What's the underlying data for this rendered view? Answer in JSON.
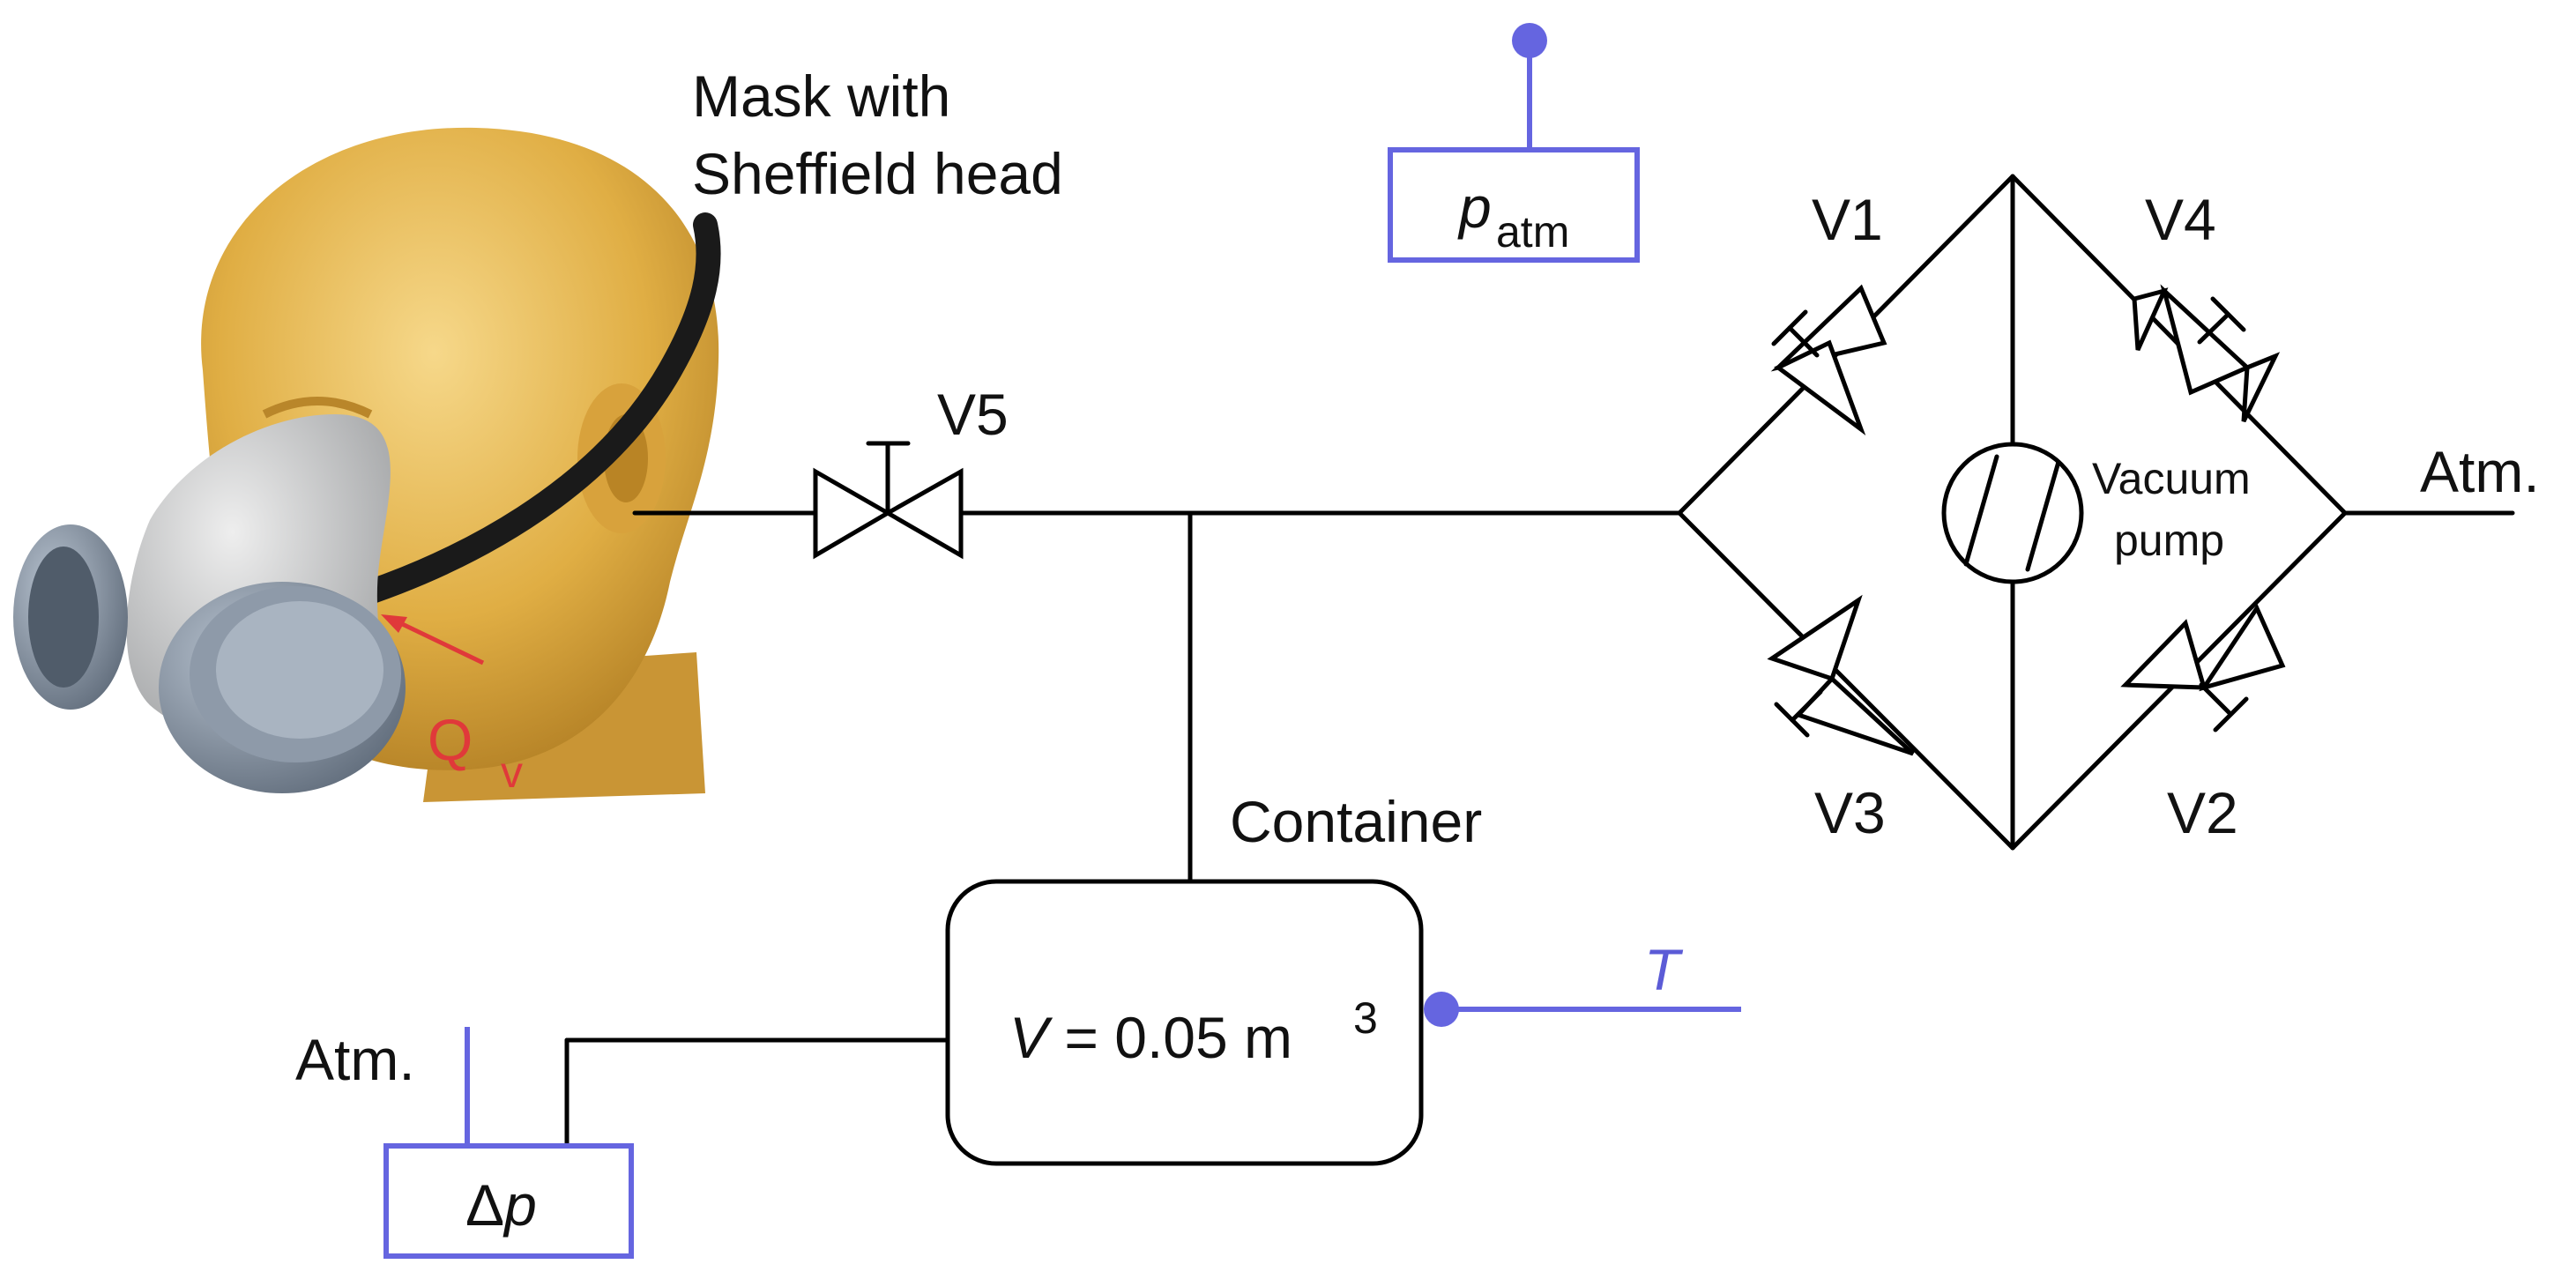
{
  "mask": {
    "label_line1": "Mask with",
    "label_line2": "Sheffield head",
    "flow_symbol": "Q",
    "flow_subscript": "v"
  },
  "sensors": {
    "patm_symbol": "p",
    "patm_subscript": "atm",
    "temperature_symbol": "T",
    "dp_prefix": "Δ",
    "dp_symbol": "p"
  },
  "valves": {
    "v1": "V1",
    "v2": "V2",
    "v3": "V3",
    "v4": "V4",
    "v5": "V5"
  },
  "pump": {
    "line1": "Vacuum",
    "line2": "pump"
  },
  "atm_right": "Atm.",
  "atm_left": "Atm.",
  "container": {
    "label": "Container",
    "volume_symbol": "V",
    "volume_value": " = 0.05 m",
    "volume_exponent": "3"
  },
  "colors": {
    "sensor_blue": "#6565e0",
    "flow_red": "#e0393a",
    "head_gold": "#e2b44a",
    "mask_grey": "#c9cbcd",
    "filter_blue_grey": "#7f8c9c"
  }
}
